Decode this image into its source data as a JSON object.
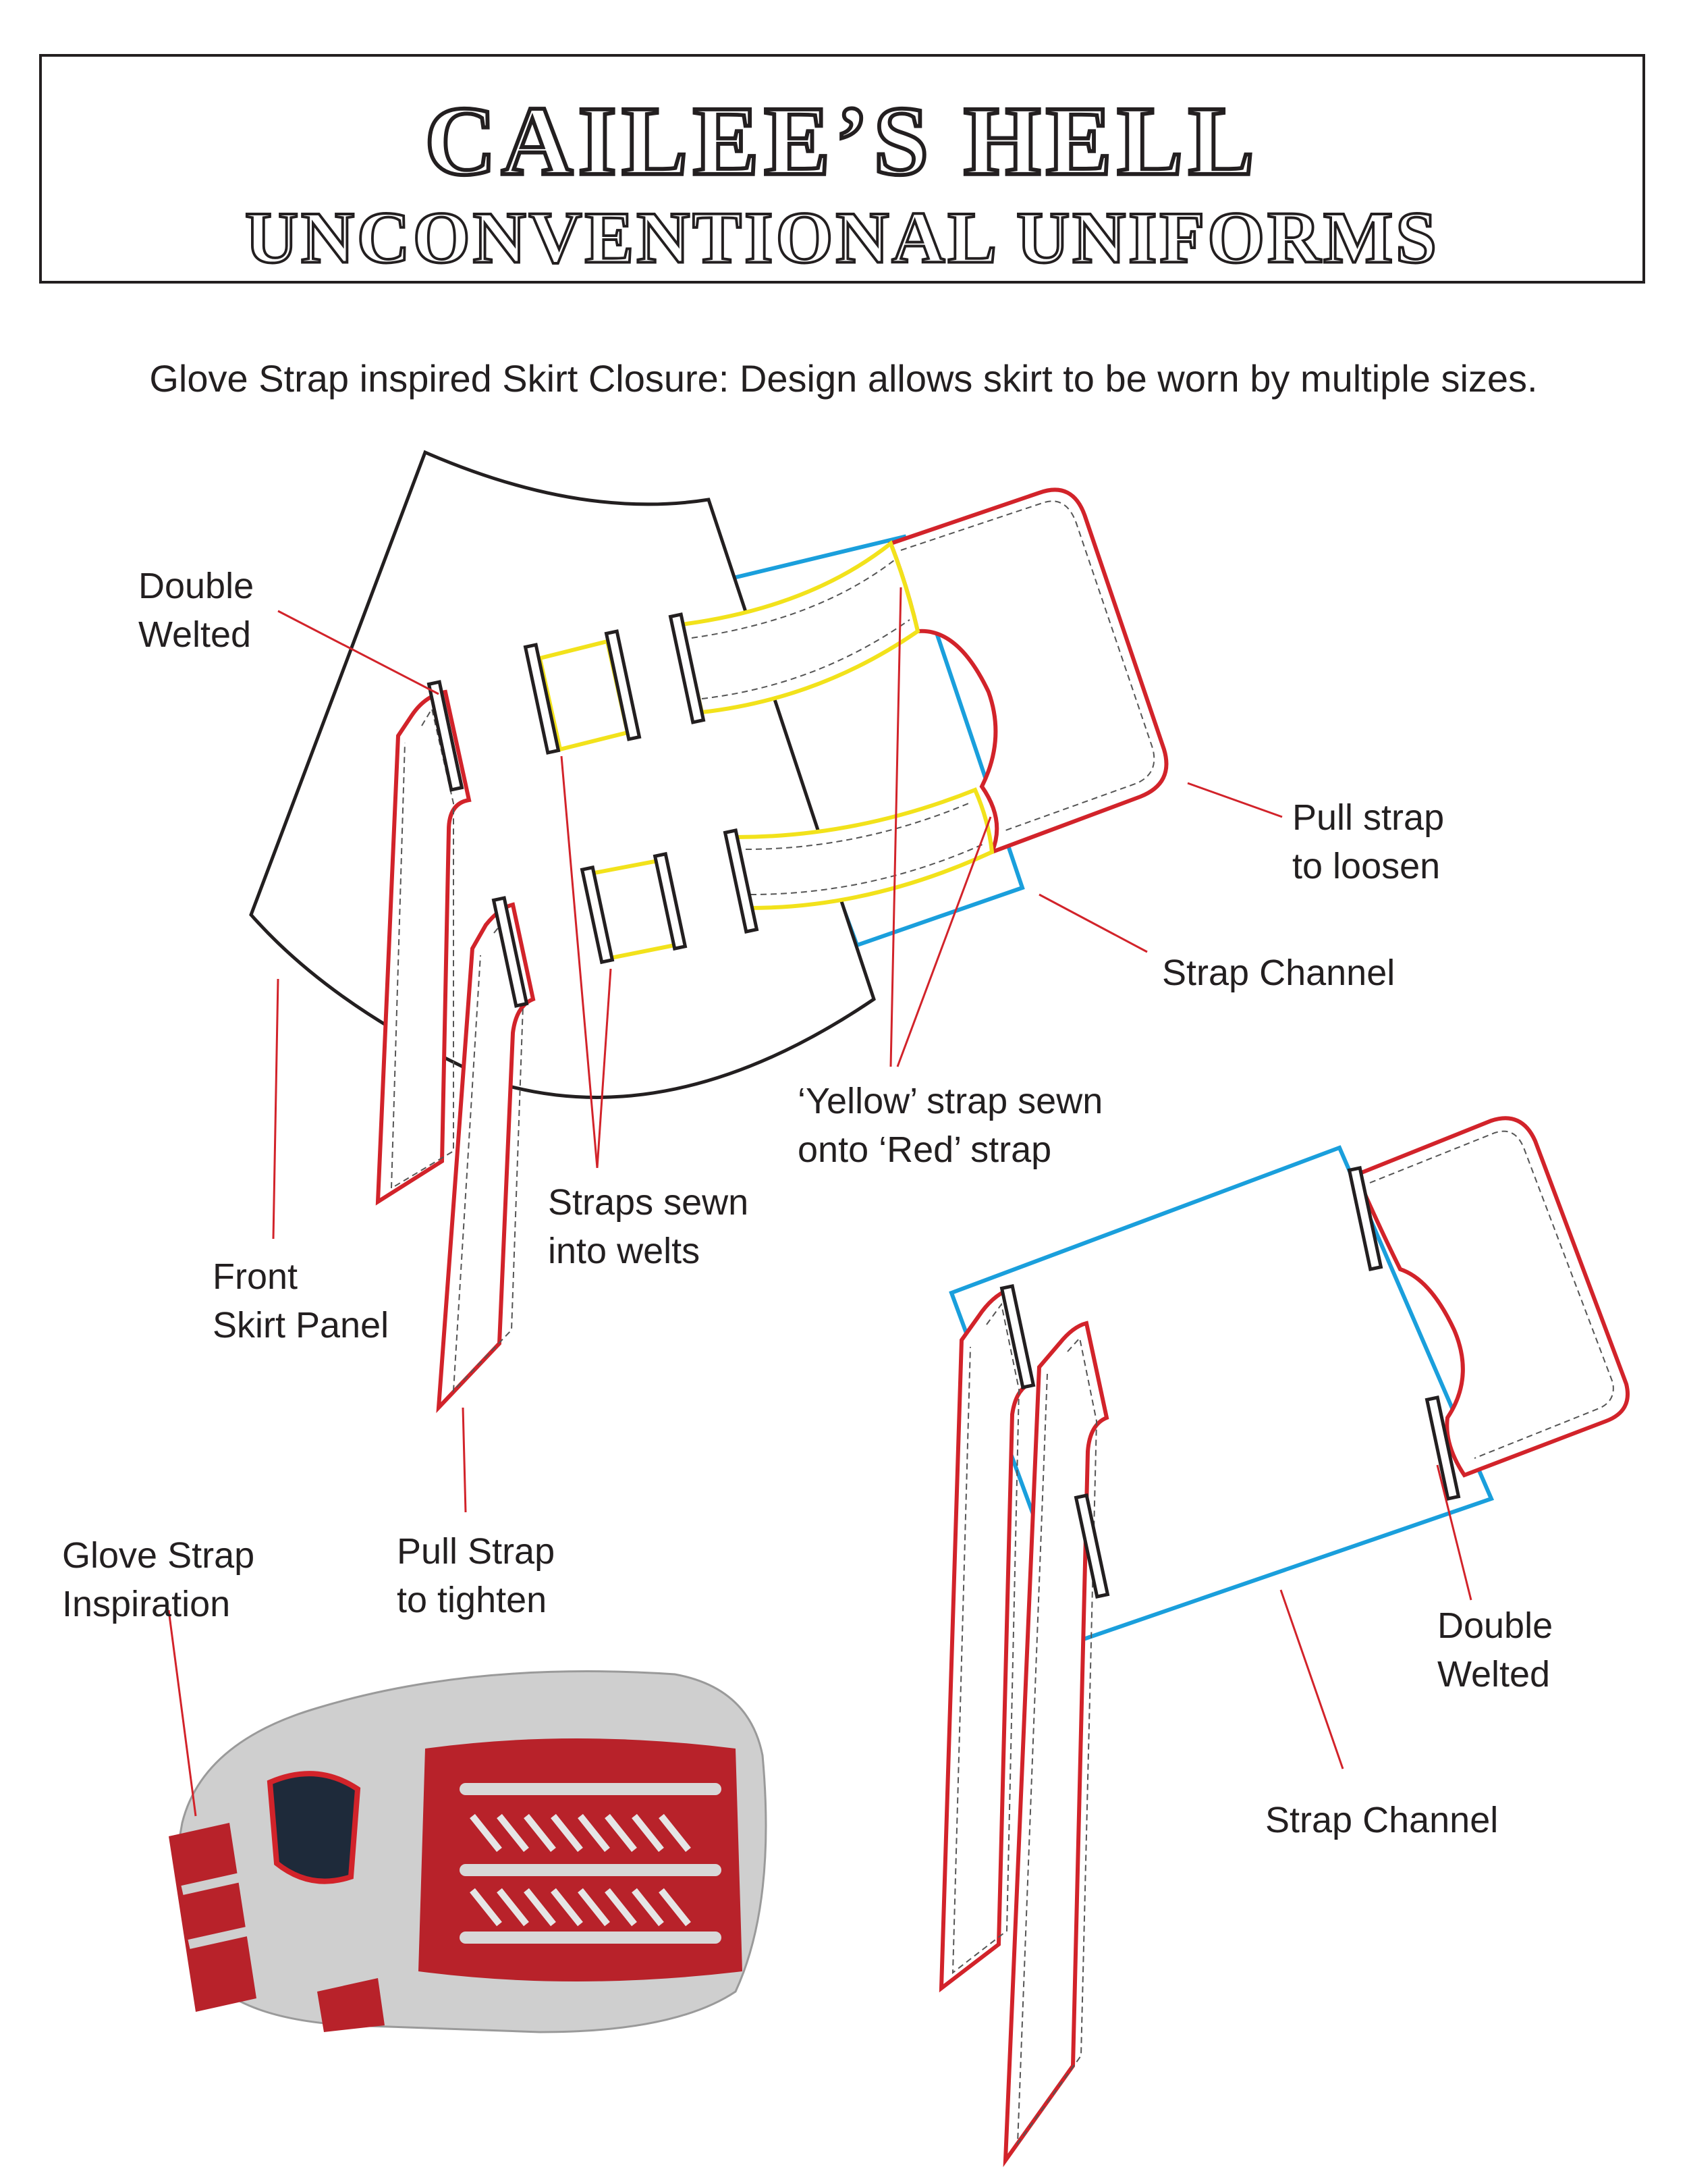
{
  "header": {
    "title": "CAILEE’S HELL",
    "subtitle": "UNCONVENTIONAL UNIFORMS"
  },
  "description": "Glove Strap inspired Skirt Closure: Design allows skirt to be worn by multiple sizes.",
  "callouts": {
    "double_welted_top": [
      "Double",
      "Welted"
    ],
    "pull_strap_loosen": [
      "Pull strap",
      "to loosen"
    ],
    "strap_channel_top": "Strap Channel",
    "yellow_strap": [
      "‘Yellow’ strap sewn",
      "onto ‘Red’ strap"
    ],
    "straps_sewn": [
      "Straps sewn",
      "into welts"
    ],
    "front_skirt_panel": [
      "Front",
      "Skirt Panel"
    ],
    "pull_strap_tighten": [
      "Pull Strap",
      "to tighten"
    ],
    "glove_strap_inspiration": [
      "Glove Strap",
      "Inspiration"
    ],
    "double_welted_bottom": [
      "Double",
      "Welted"
    ],
    "strap_channel_bottom": "Strap Channel"
  },
  "colors": {
    "outline": "#231f20",
    "red_strap": "#d2232a",
    "yellow_strap": "#f2e21b",
    "channel_blue": "#1a9fdc",
    "glove_red": "#b8222a",
    "glove_gray": "#cfcfcf"
  }
}
